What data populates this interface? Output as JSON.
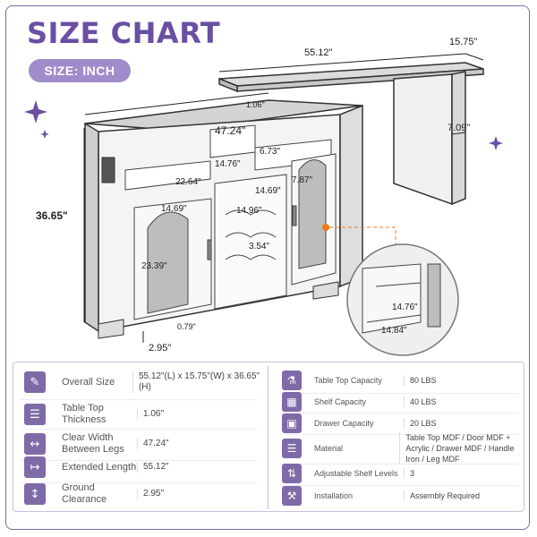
{
  "header": {
    "title": "SIZE CHART",
    "size_label": "SIZE: INCH"
  },
  "dimensions": {
    "table_length": "55.12\"",
    "table_depth": "15.75\"",
    "table_thickness": "1.06\"",
    "cabinet_width": "47.24\"",
    "leg_depth": "7.09\"",
    "height": "36.65\"",
    "drawer_depth": "14.76\"",
    "drawer_height": "6.73\"",
    "drawer_width": "22.64\"",
    "door_width": "14.69\"",
    "wine_rack_depth": "14.69\"",
    "wine_rack_width": "14.96\"",
    "wine_rack_top_height": "7.87\"",
    "wine_slot": "3.54\"",
    "door_height": "23.39\"",
    "foot_height": "0.79\"",
    "ground_clearance": "2.95\"",
    "shelf_depth": "14.76\"",
    "shelf_width": "14.84\""
  },
  "specs_left": [
    {
      "icon": "ruler-icon",
      "label": "Overall Size",
      "value": "55.12\"(L) x 15.75\"(W) x 36.65\"(H)"
    },
    {
      "icon": "layers-icon",
      "label": "Table Top Thickness",
      "value": "1.06\""
    },
    {
      "icon": "width-icon",
      "label": "Clear Width Between Legs",
      "value": "47.24\""
    },
    {
      "icon": "extend-icon",
      "label": "Extended Length",
      "value": "55.12\""
    },
    {
      "icon": "clearance-icon",
      "label": "Ground Clearance",
      "value": "2.95\""
    }
  ],
  "specs_right": [
    {
      "icon": "weight-icon",
      "label": "Table Top Capacity",
      "value": "80 LBS"
    },
    {
      "icon": "shelf-icon",
      "label": "Shelf Capacity",
      "value": "40 LBS"
    },
    {
      "icon": "drawer-icon",
      "label": "Drawer Capacity",
      "value": "20 LBS"
    },
    {
      "icon": "material-icon",
      "label": "Material",
      "value": "Table Top MDF / Door MDF + Acrylic / Drawer MDF / Handle Iron / Leg MDF"
    },
    {
      "icon": "adjust-icon",
      "label": "Adjustable Shelf Levels",
      "value": "3"
    },
    {
      "icon": "wrench-icon",
      "label": "Installation",
      "value": "Assembly Required"
    }
  ],
  "colors": {
    "accent": "#7f6aa8",
    "title": "#6a4fa3",
    "pill": "#a08ccb",
    "highlight": "#f07a1a"
  }
}
